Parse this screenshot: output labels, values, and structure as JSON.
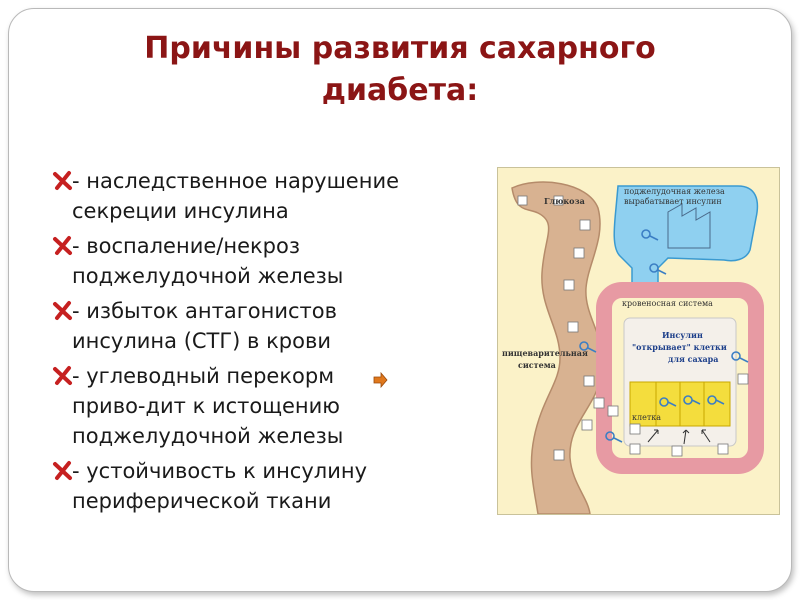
{
  "slide": {
    "title_line1": "Причины развития сахарного",
    "title_line2": "диабета:",
    "bullets": [
      {
        "line1": "- наследственное нарушение",
        "line2": "секреции инсулина"
      },
      {
        "line1": "- воспаление/некроз",
        "line2": "поджелудочной железы"
      },
      {
        "line1": "- избыток антагонистов",
        "line2": "инсулина (СТГ) в крови"
      },
      {
        "line1": "- углеводный перекорм",
        "line2": "приво-дит к истощению",
        "line3": "поджелудочной железы"
      },
      {
        "line1": "- устойчивость к инсулину",
        "line2": "периферической ткани"
      }
    ]
  },
  "diagram": {
    "glucose_label": "Глюкоза",
    "pancreas_label_1": "поджелудочная железа",
    "pancreas_label_2": "вырабатывает инсулин",
    "blood_label": "кровеносная система",
    "digestive_label_1": "пищеварительная",
    "digestive_label_2": "система",
    "insulin_label_1": "Инсулин",
    "insulin_label_2": "\"открывает\" клетки",
    "insulin_label_3": "для сахара",
    "cell_label": "клетка"
  },
  "colors": {
    "title": "#8b1515",
    "bullet_marker": "#c62020",
    "diagram_bg": "#fbf2c8",
    "intestine": "#d8b291",
    "pancreas": "#8fd0f0",
    "blood_vessel": "#e79aa3",
    "cell_fill": "#f4dd3d"
  },
  "icons": {
    "bullet_marker": "x-mark-icon",
    "stray_arrow": "arrow-right-icon"
  }
}
